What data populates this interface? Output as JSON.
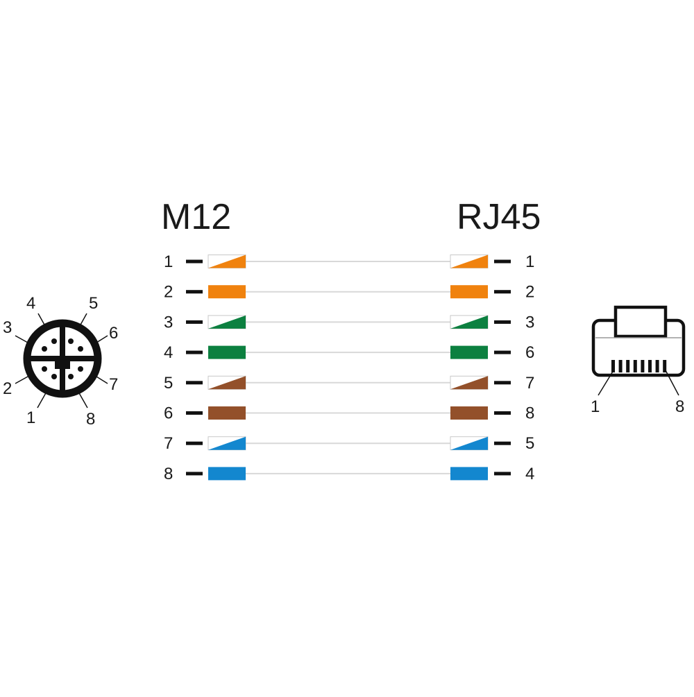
{
  "left_title": "M12",
  "right_title": "RJ45",
  "colors": {
    "orange": "#F0820E",
    "green": "#0C8040",
    "brown": "#93502A",
    "blue": "#1387CF",
    "wire": "#d8d8d8",
    "ink": "#111111"
  },
  "wires": [
    {
      "m12_pin": "1",
      "rj45_pin": "1",
      "color": "orange",
      "striped": true
    },
    {
      "m12_pin": "2",
      "rj45_pin": "2",
      "color": "orange",
      "striped": false
    },
    {
      "m12_pin": "3",
      "rj45_pin": "3",
      "color": "green",
      "striped": true
    },
    {
      "m12_pin": "4",
      "rj45_pin": "6",
      "color": "green",
      "striped": false
    },
    {
      "m12_pin": "5",
      "rj45_pin": "7",
      "color": "brown",
      "striped": true
    },
    {
      "m12_pin": "6",
      "rj45_pin": "8",
      "color": "brown",
      "striped": false
    },
    {
      "m12_pin": "7",
      "rj45_pin": "5",
      "color": "blue",
      "striped": true
    },
    {
      "m12_pin": "8",
      "rj45_pin": "4",
      "color": "blue",
      "striped": false
    }
  ],
  "m12_connector": {
    "pin_labels": [
      "1",
      "2",
      "3",
      "4",
      "5",
      "6",
      "7",
      "8"
    ]
  },
  "rj45_connector": {
    "pin_first": "1",
    "pin_last": "8"
  }
}
